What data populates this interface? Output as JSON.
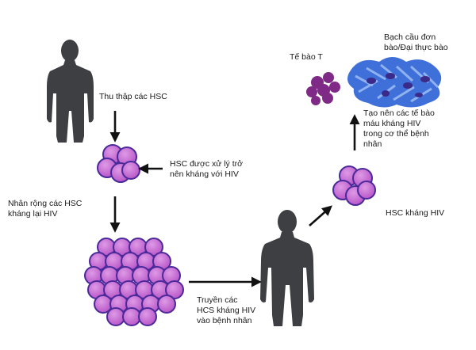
{
  "labels": {
    "collect_hsc": "Thu thập các HSC",
    "hsc_treated": "HSC được xử lý trở\nnên kháng với HIV",
    "expand_hsc": "Nhân rộng các HSC\nkháng lại HIV",
    "infuse": "Truyền các\nHCS kháng HIV\nvào bệnh nhân",
    "hsc_resistant": "HSC kháng HIV",
    "create_cells": "Tạo nên các tế bào\nmáu kháng HIV\ntrong cơ thể bệnh\nnhân",
    "t_cell": "Tế bào T",
    "monocyte": "Bạch cầu đơn\nbào/Đại thực bào"
  },
  "colors": {
    "silhouette": "#3d3f42",
    "cell_fill": "#c86dd6",
    "cell_stroke": "#4a2a9a",
    "t_cell": "#7e2a86",
    "macrophage": "#3f6fd8",
    "arrow": "#111111"
  }
}
